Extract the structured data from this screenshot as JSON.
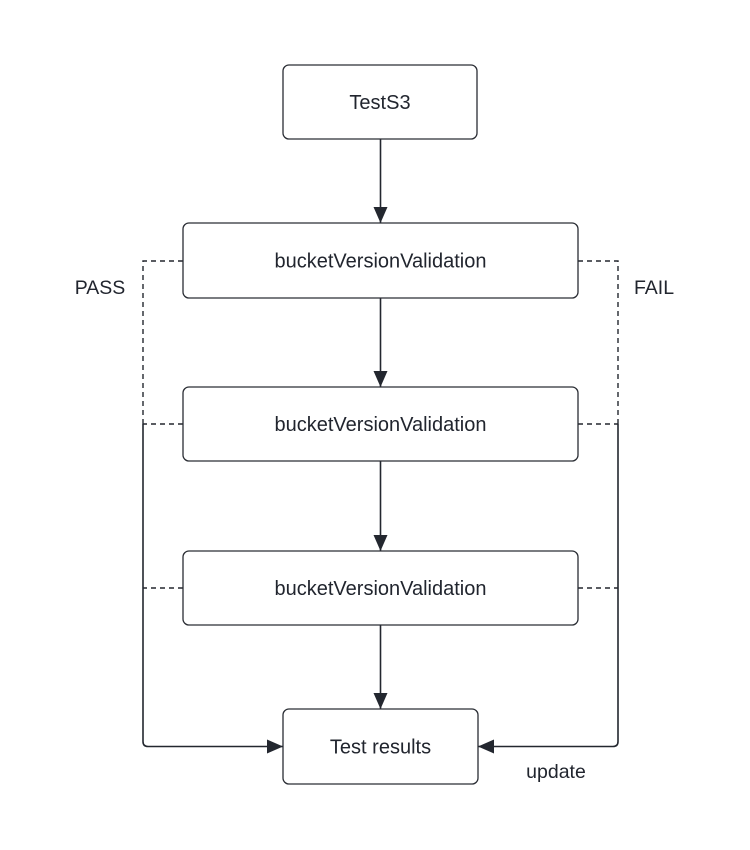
{
  "diagram": {
    "type": "flowchart",
    "direction": "top-down",
    "nodes": [
      {
        "id": "tests3",
        "label": "TestS3"
      },
      {
        "id": "validation1",
        "label": "bucketVersionValidation"
      },
      {
        "id": "validation2",
        "label": "bucketVersionValidation"
      },
      {
        "id": "validation3",
        "label": "bucketVersionValidation"
      },
      {
        "id": "results",
        "label": "Test results"
      }
    ],
    "edges": [
      {
        "from": "tests3",
        "to": "validation1",
        "style": "solid-arrow"
      },
      {
        "from": "validation1",
        "to": "validation2",
        "style": "solid-arrow"
      },
      {
        "from": "validation2",
        "to": "validation3",
        "style": "solid-arrow"
      },
      {
        "from": "validation3",
        "to": "results",
        "style": "solid-arrow"
      },
      {
        "from": "validation-left-sides",
        "to": "results",
        "style": "dashed-then-solid-arrow",
        "label": "PASS"
      },
      {
        "from": "validation-right-sides",
        "to": "results",
        "style": "dashed-then-solid-arrow",
        "label": "FAIL, update"
      }
    ],
    "labels": {
      "pass": "PASS",
      "fail": "FAIL",
      "update": "update"
    },
    "colors": {
      "background": "#ffffff",
      "node_fill": "#ffffff",
      "node_border": "#2a2d34",
      "line": "#23272f",
      "text": "#21252e"
    }
  }
}
